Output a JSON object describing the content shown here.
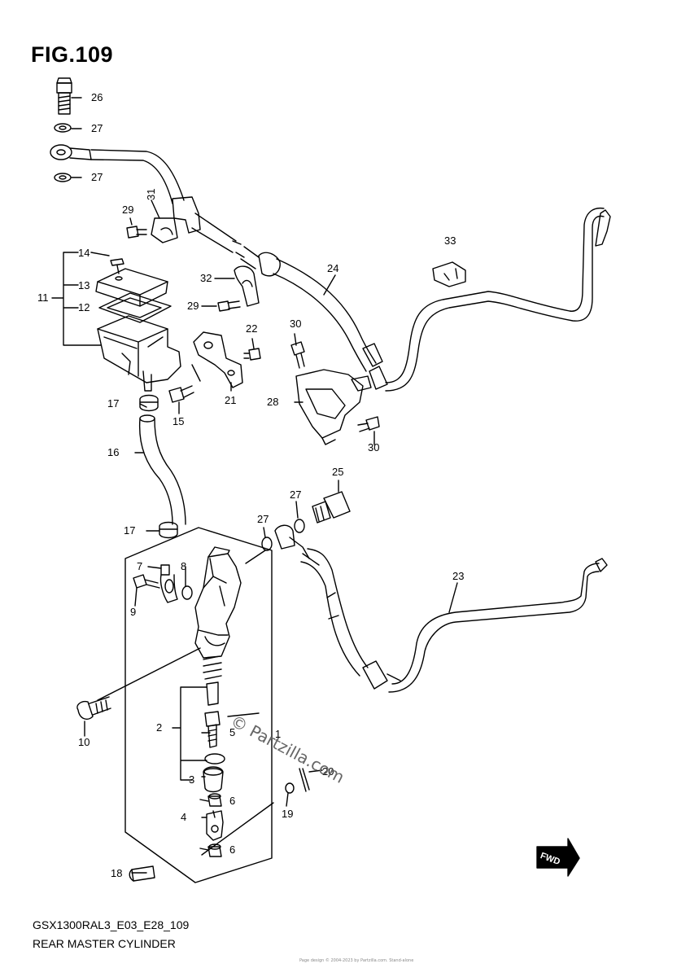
{
  "figure": {
    "title": "FIG.109",
    "model_code": "GSX1300RAL3_E03_E28_109",
    "name": "REAR MASTER CYLINDER"
  },
  "watermark": "© Partzilla.com",
  "footer_text": "Page design © 2004-2023 by Partzilla.com. Stand-alone",
  "fwd_badge": "FWD",
  "callouts": [
    "26",
    "27",
    "27",
    "29",
    "31",
    "14",
    "13",
    "12",
    "11",
    "32",
    "29",
    "24",
    "33",
    "22",
    "30",
    "21",
    "28",
    "17",
    "15",
    "30",
    "16",
    "25",
    "27",
    "27",
    "17",
    "7",
    "8",
    "9",
    "23",
    "10",
    "2",
    "5",
    "1",
    "3",
    "20",
    "6",
    "19",
    "4",
    "6",
    "18"
  ]
}
